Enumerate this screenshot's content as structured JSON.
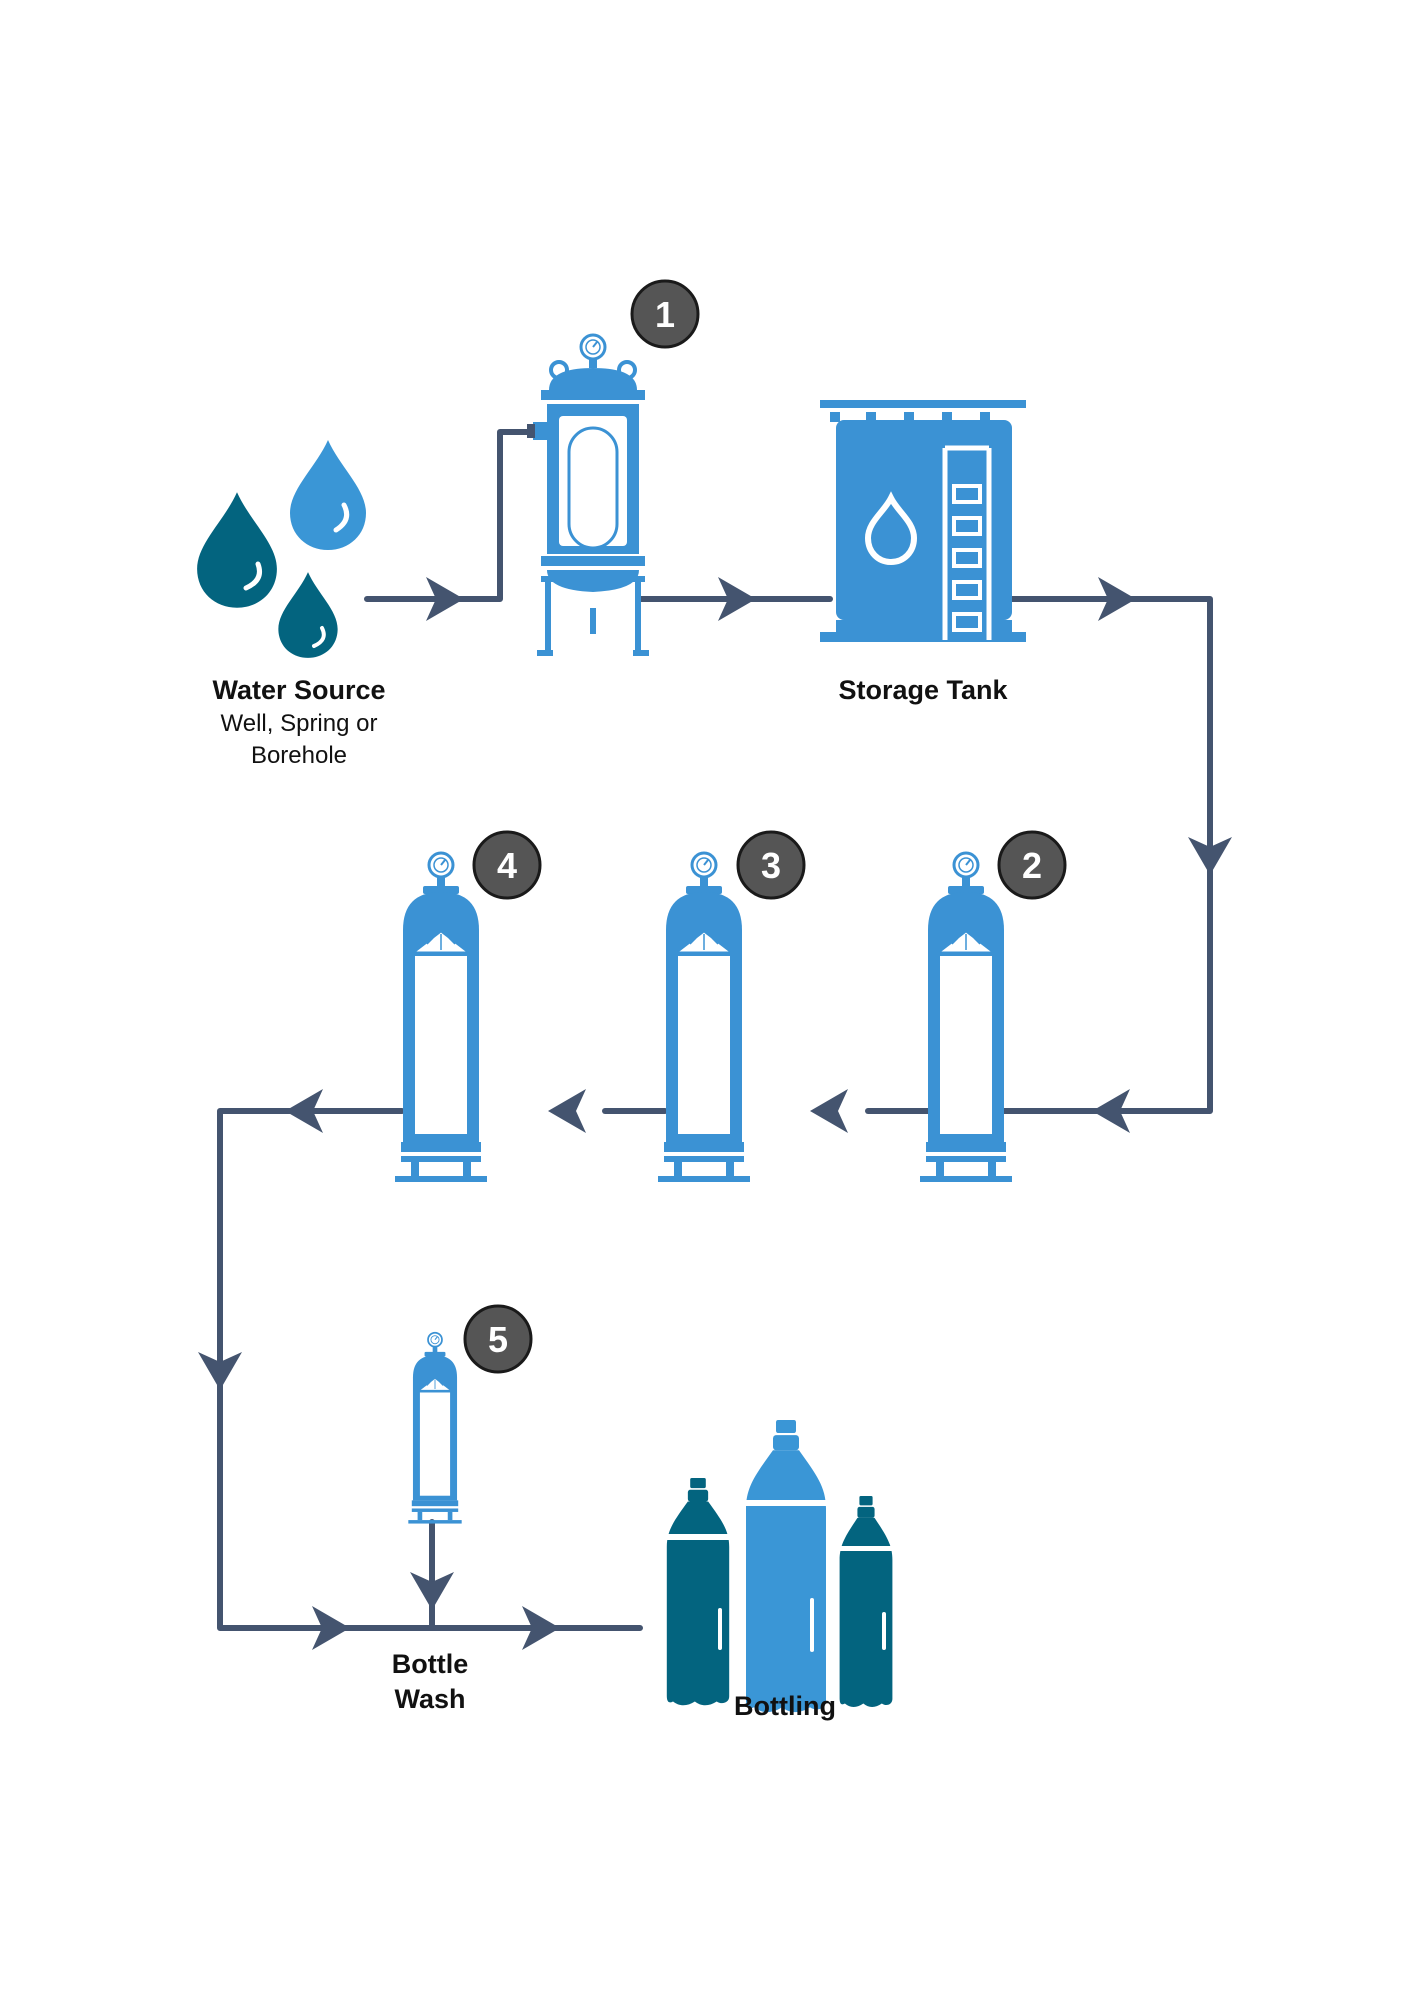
{
  "colors": {
    "pipe": "#44546f",
    "dark_teal": "#03647f",
    "mid_blue": "#3a96d6",
    "light_blue": "#3b92d4",
    "badge": "#555555",
    "badge_border": "#1a1a1a",
    "white": "#ffffff"
  },
  "nodes": {
    "water_source": {
      "title": "Water Source",
      "subtitle_line1": "Well, Spring or",
      "subtitle_line2": "Borehole"
    },
    "storage_tank": {
      "title": "Storage Tank"
    },
    "bottle_wash": {
      "title_line1": "Bottle",
      "title_line2": "Wash"
    },
    "bottling": {
      "title": "Bottling"
    }
  },
  "steps": [
    {
      "number": "1"
    },
    {
      "number": "2"
    },
    {
      "number": "3"
    },
    {
      "number": "4"
    },
    {
      "number": "5"
    }
  ],
  "icons": {
    "water_drops": "water-drops-icon",
    "pressure_vessel": "pressure-vessel-icon",
    "storage_tank": "storage-tank-icon",
    "filter": "filter-cartridge-icon",
    "small_filter": "small-filter-icon",
    "bottles": "bottles-icon",
    "gauge": "pressure-gauge-icon"
  }
}
